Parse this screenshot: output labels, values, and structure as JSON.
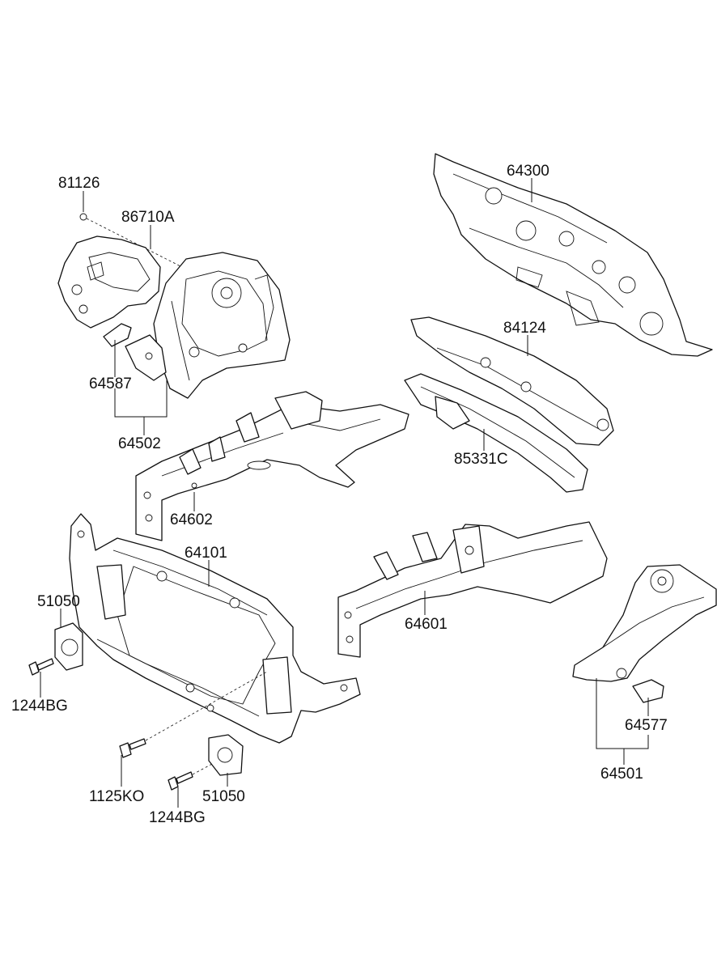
{
  "labels": {
    "p81126": "81126",
    "p86710A": "86710A",
    "p64587": "64587",
    "p64502": "64502",
    "p64602": "64602",
    "p64300": "64300",
    "p84124": "84124",
    "p85331C": "85331C",
    "p64101": "64101",
    "p51050_top": "51050",
    "p1244BG_left": "1244BG",
    "p64601": "64601",
    "p1125KO": "1125KO",
    "p51050_bottom": "51050",
    "p1244BG_bottom": "1244BG",
    "p64577": "64577",
    "p64501": "64501"
  },
  "colors": {
    "line": "#111111",
    "background": "#ffffff"
  }
}
